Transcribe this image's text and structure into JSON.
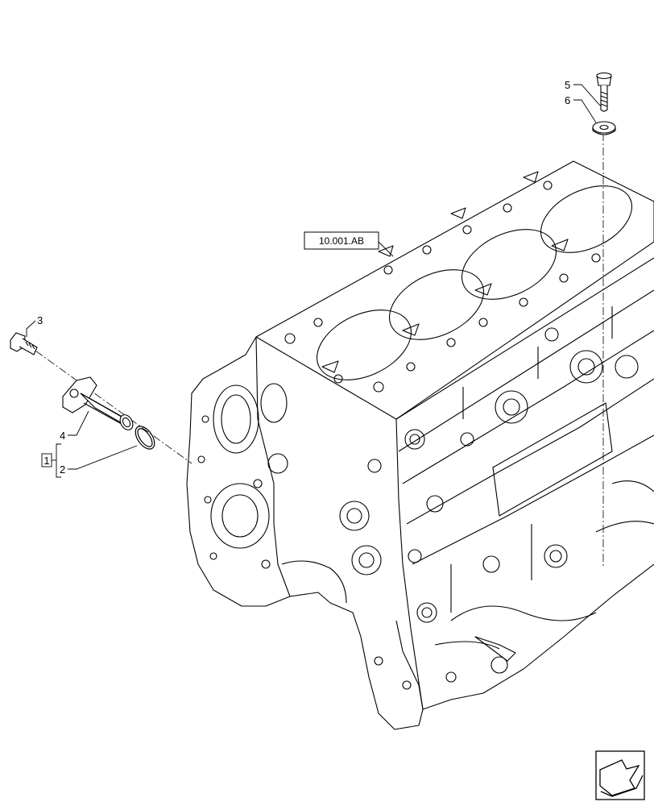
{
  "diagram": {
    "reference_label": "10.001.AB",
    "kit_label": "1",
    "callouts": [
      "2",
      "3",
      "4",
      "5",
      "6"
    ]
  },
  "nav": {
    "icon": "arrow-navigation-icon"
  }
}
